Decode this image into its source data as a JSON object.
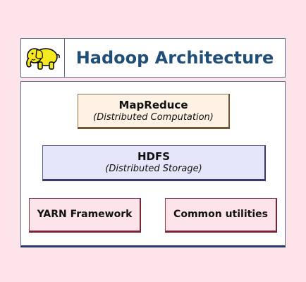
{
  "header": {
    "title": "Hadoop Architecture",
    "logo_icon": "elephant-icon"
  },
  "layers": {
    "mapreduce": {
      "title": "MapReduce",
      "subtitle": "(Distributed Computation)"
    },
    "hdfs": {
      "title": "HDFS",
      "subtitle": "(Distributed Storage)"
    },
    "yarn": {
      "title": "YARN Framework"
    },
    "common": {
      "title": "Common utilities"
    }
  },
  "colors": {
    "background": "#fde4ea",
    "title": "#1f4e79",
    "mapreduce_fill": "#fdf2e3",
    "hdfs_fill": "#e6e6fa",
    "bottom_fill": "#fde4ea",
    "logo_yellow": "#f6e81e"
  }
}
